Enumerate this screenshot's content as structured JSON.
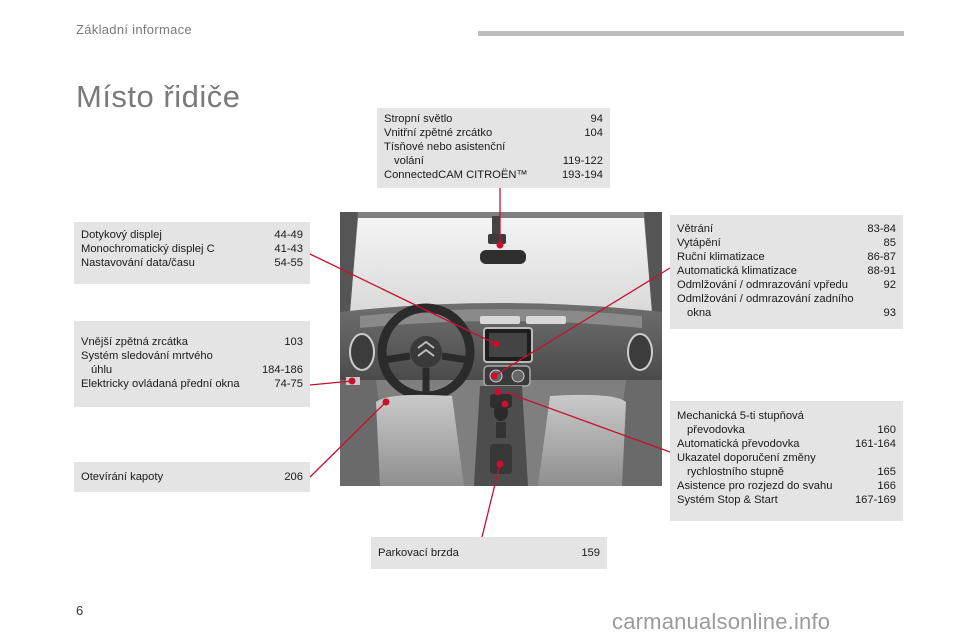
{
  "header": {
    "section": "Základní informace",
    "title": "Místo řidiče"
  },
  "boxes": {
    "ceiling": [
      {
        "label": "Stropní světlo",
        "page": "94"
      },
      {
        "label": "Vnitřní zpětné zrcátko",
        "page": "104"
      },
      {
        "label": "Tísňové nebo asistenční",
        "label2": "volání",
        "page": "119-122"
      },
      {
        "label": "ConnectedCAM CITROËN™",
        "page": "193-194"
      }
    ],
    "display": [
      {
        "label": "Dotykový displej",
        "page": "44-49"
      },
      {
        "label": "Monochromatický displej C",
        "page": "41-43"
      },
      {
        "label": "Nastavování data/času",
        "page": "54-55"
      }
    ],
    "mirrors": [
      {
        "label": "Vnější zpětná zrcátka",
        "page": "103"
      },
      {
        "label": "Systém sledování mrtvého",
        "label2": "úhlu",
        "page": "184-186"
      },
      {
        "label": "Elektricky ovládaná přední okna",
        "page": "74-75"
      }
    ],
    "bonnet": [
      {
        "label": "Otevírání kapoty",
        "page": "206"
      }
    ],
    "climate": [
      {
        "label": "Větrání",
        "page": "83-84"
      },
      {
        "label": "Vytápění",
        "page": "85"
      },
      {
        "label": "Ruční klimatizace",
        "page": "86-87"
      },
      {
        "label": "Automatická klimatizace",
        "page": "88-91"
      },
      {
        "label": "Odmlžování / odmrazování vpředu",
        "page": "92"
      },
      {
        "label": "Odmlžování / odmrazování zadního",
        "label2": "okna",
        "page": "93"
      }
    ],
    "gearbox": [
      {
        "label": "Mechanická 5-ti stupňová",
        "label2": "převodovka",
        "page": "160"
      },
      {
        "label": "Automatická převodovka",
        "page": "161-164"
      },
      {
        "label": "Ukazatel doporučení změny",
        "label2": "rychlostního stupně",
        "page": "165"
      },
      {
        "label": "Asistence pro rozjezd do svahu",
        "page": "166"
      },
      {
        "label": "Systém Stop & Start",
        "page": "167-169"
      }
    ],
    "parking": [
      {
        "label": "Parkovací brzda",
        "page": "159"
      }
    ]
  },
  "footer": {
    "page_number": "6",
    "watermark": "carmanualsonline.info"
  },
  "colors": {
    "box_bg": "#e4e4e4",
    "leader_line": "#c8102e",
    "title_gray": "#7a7a7a"
  }
}
